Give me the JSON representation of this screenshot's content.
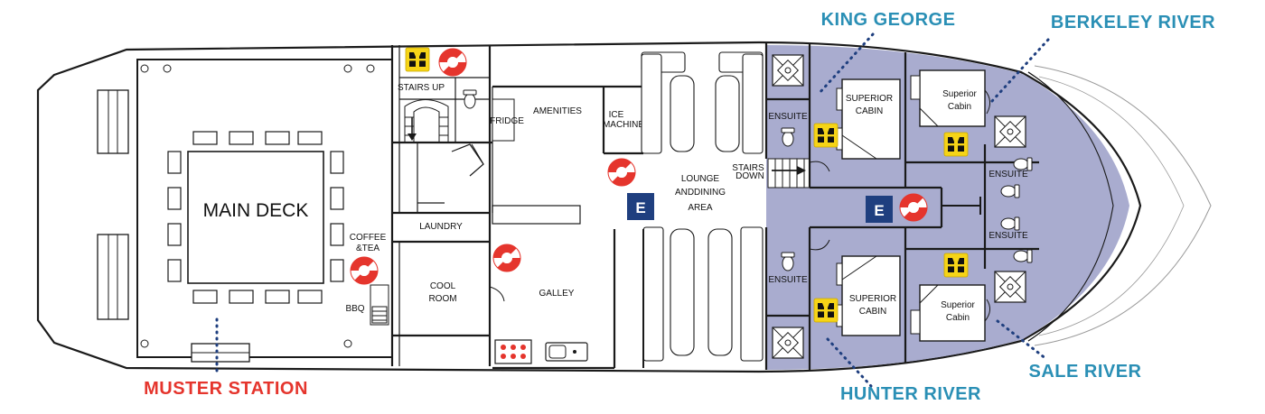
{
  "colors": {
    "accent_blue": "#2a8fb5",
    "accent_red": "#e5352d",
    "cabin_fill": "#a9accf",
    "exit_blue": "#1f3f7f",
    "lifejacket_yellow": "#f6d417",
    "outline": "#1a1a1a"
  },
  "rooms": {
    "main_deck": "MAIN DECK",
    "coffee": "COFFEE",
    "tea": "&TEA",
    "bbq": "BBQ",
    "stairs_up": "STAIRS UP",
    "fridge": "FRIDGE",
    "amenities": "AMENITIES",
    "ice": "ICE",
    "machine": "MACHINE",
    "laundry": "LAUNDRY",
    "cool": "COOL",
    "room": "ROOM",
    "galley": "GALLEY",
    "lounge": "LOUNGE",
    "anddining": "ANDDINING",
    "area": "AREA",
    "stairs": "STAIRS",
    "down": "DOWN",
    "ensuite": "ENSUITE",
    "superior": "SUPERIOR",
    "cabin": "CABIN",
    "superior_title": "Superior",
    "cabin_title": "Cabin"
  },
  "exit_label": "E",
  "callouts": {
    "king_george": "KING GEORGE",
    "berkeley_river": "BERKELEY RIVER",
    "muster_station": "MUSTER STATION",
    "hunter_river": "HUNTER RIVER",
    "sale_river": "SALE RIVER"
  },
  "icons": [
    "life-jacket-icon",
    "life-ring-icon",
    "exit-sign-icon",
    "stairs-arrow-icon",
    "toilet-icon",
    "shower-icon",
    "stove-icon",
    "bed-icon"
  ]
}
